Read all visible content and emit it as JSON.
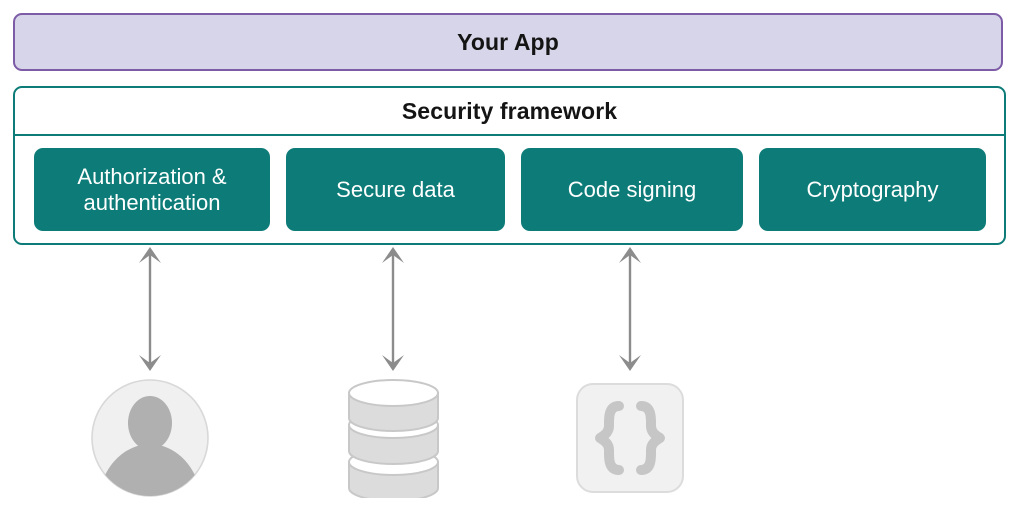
{
  "app": {
    "title": "Your App",
    "fill_color": "#d7d5e9",
    "border_color": "#7d5ba6"
  },
  "framework": {
    "title": "Security framework",
    "border_color": "#0d7c78",
    "pill_color": "#0d7c78",
    "pills": [
      {
        "label": "Authorization & authentication",
        "name": "pill-authorization-authentication"
      },
      {
        "label": "Secure data",
        "name": "pill-secure-data"
      },
      {
        "label": "Code signing",
        "name": "pill-code-signing"
      },
      {
        "label": "Cryptography",
        "name": "pill-cryptography"
      }
    ]
  },
  "connectors": [
    {
      "name": "arrow-authorization",
      "icon": "double-headed-arrow-icon",
      "color": "#8c8c8c"
    },
    {
      "name": "arrow-secure-data",
      "icon": "double-headed-arrow-icon",
      "color": "#8c8c8c"
    },
    {
      "name": "arrow-code-signing",
      "icon": "double-headed-arrow-icon",
      "color": "#8c8c8c"
    }
  ],
  "nodes": [
    {
      "name": "user-avatar-icon",
      "icon": "user-avatar-icon",
      "fill": "#f0f0f0",
      "accent": "#b0b0b0"
    },
    {
      "name": "database-icon",
      "icon": "database-icon",
      "fill": "#dcdcdc",
      "accent": "#c8c8c8"
    },
    {
      "name": "code-braces-icon",
      "icon": "code-braces-icon",
      "fill": "#f1f1f1",
      "accent": "#c6c6c6"
    }
  ]
}
